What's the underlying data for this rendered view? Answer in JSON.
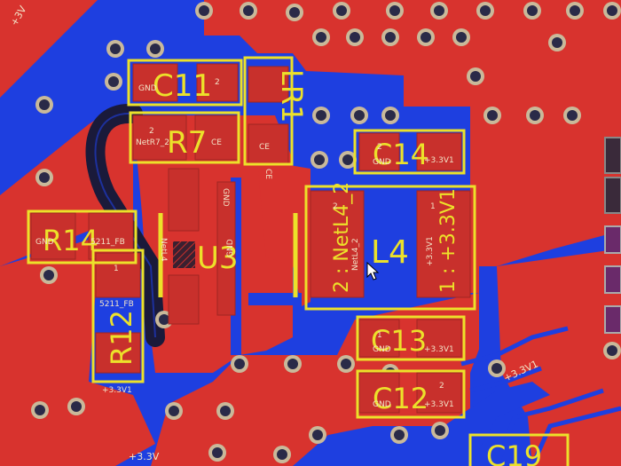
{
  "colors": {
    "substrate": "#1e3fe0",
    "copper": "#d8332e",
    "silkscreen": "#ece12a",
    "trace_dark": "#1a1a3a",
    "via_ring": "#c9b99a",
    "via_hole": "#2a2a48",
    "pad": "#c8302c",
    "pad_text": "#f2e4c8"
  },
  "components": {
    "c11": {
      "ref": "C11",
      "pad1": "GND",
      "pad2": "2"
    },
    "r7": {
      "ref": "R7",
      "pad1": "NetR7_2",
      "pad2": "CE",
      "pad_num": "2"
    },
    "lr1": {
      "ref": "LR1",
      "net": "CE"
    },
    "c14": {
      "ref": "C14",
      "pad1": "GND",
      "pad2": "+3.3V1",
      "pad_num": "2"
    },
    "r14": {
      "ref": "R14",
      "pad1": "GND",
      "pad2": "5211_FB"
    },
    "u3": {
      "ref": "U3",
      "pin_a": "NetL4",
      "pin_b": "GND",
      "pin_c": "GND"
    },
    "l4": {
      "ref": "L4",
      "left_label": "2 : NetL4_2",
      "left_small": "NetL4_2",
      "right_label": "1 : +3.3V1",
      "right_small": "+3.3V1",
      "pad_num_left": "2",
      "pad_num_right": "1"
    },
    "r12": {
      "ref": "R12",
      "pad1": "5211_FB",
      "pad2": "+3.3V1",
      "pad_num": "1"
    },
    "c13": {
      "ref": "C13",
      "pad1": "GND",
      "pad2": "+3.3V1",
      "pad_num": "1"
    },
    "c12": {
      "ref": "C12",
      "pad1": "GND",
      "pad2": "+3.3V1",
      "pad_num": "2"
    },
    "c19": {
      "ref": "C19"
    }
  },
  "net_labels": {
    "bottom_left": "+3.3V",
    "bottom_right": "+3.3V1",
    "top_left": "+3V"
  }
}
